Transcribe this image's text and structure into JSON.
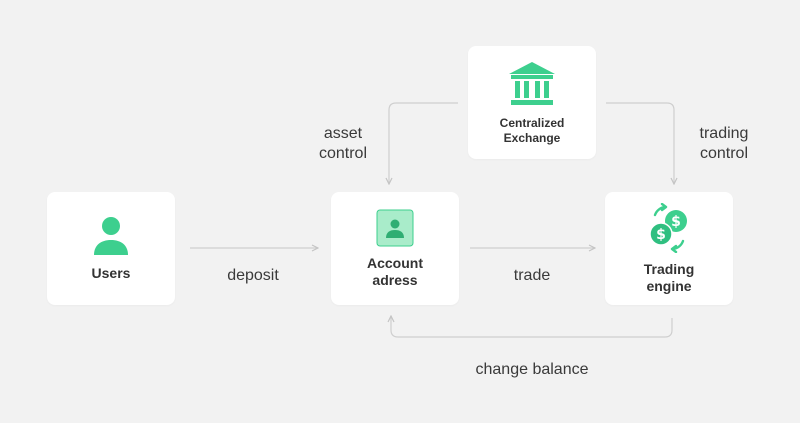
{
  "colors": {
    "background": "#f2f2f2",
    "card": "#ffffff",
    "accent_green": "#3dcf8e",
    "connector": "#c8c8c8",
    "text": "#333333"
  },
  "nodes": {
    "users": {
      "label": "Users",
      "icon": "user-icon"
    },
    "account": {
      "label": "Account\nadress",
      "icon": "account-card-icon"
    },
    "trading_engine": {
      "label": "Trading\nengine",
      "icon": "dollar-exchange-icon"
    },
    "exchange": {
      "label": "Centralized\nExchange",
      "icon": "bank-icon"
    }
  },
  "edges": {
    "deposit": "deposit",
    "trade": "trade",
    "asset_control": "asset\ncontrol",
    "trading_control": "trading\ncontrol",
    "change_balance": "change balance"
  }
}
